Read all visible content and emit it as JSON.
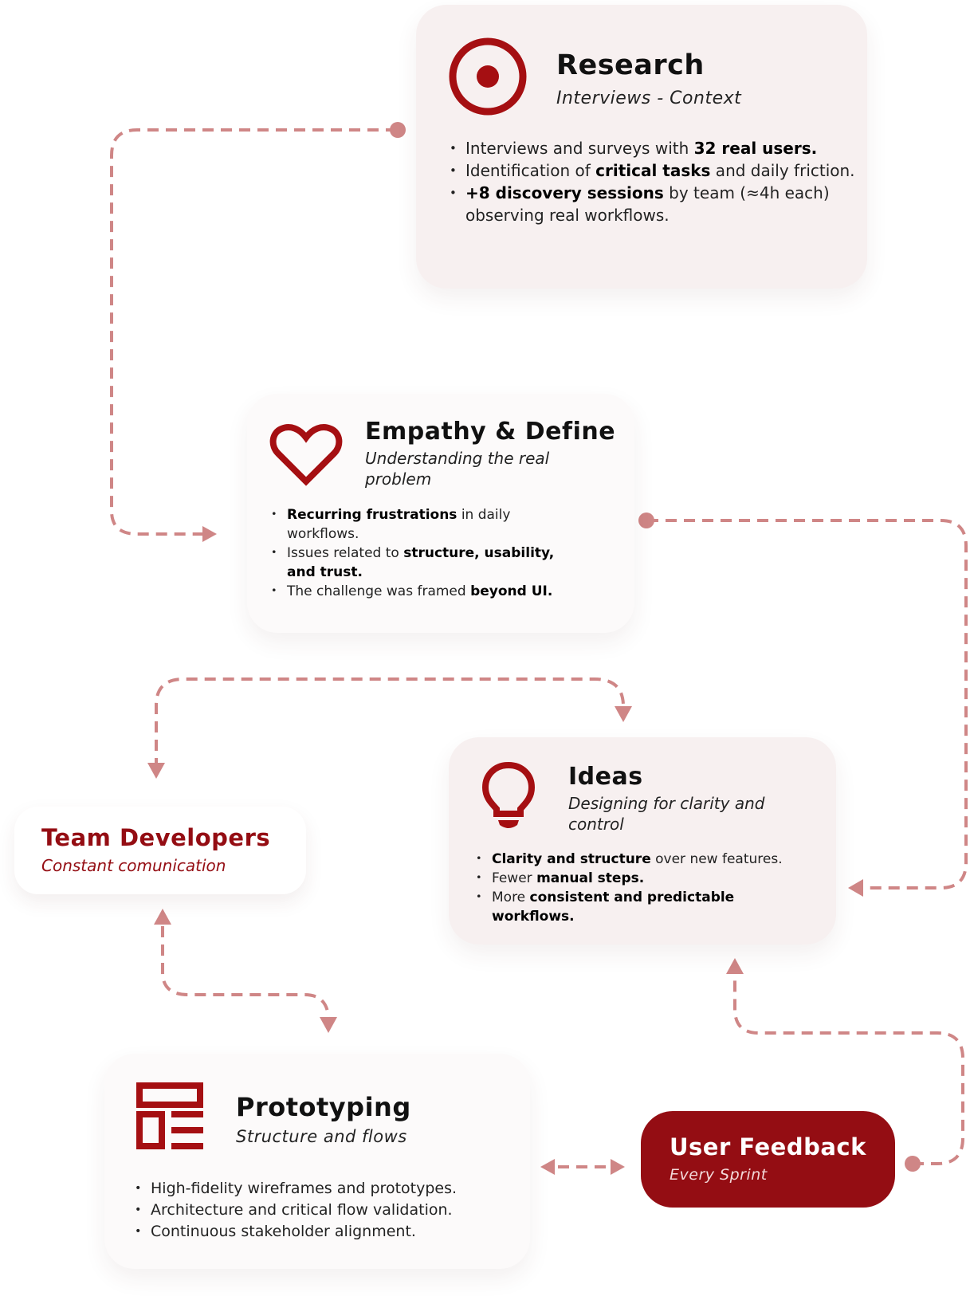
{
  "colors": {
    "accent": "#a50f12",
    "connector": "#cf8686",
    "card_bg": "#f7f0f0",
    "feedback_bg": "#940d13"
  },
  "research": {
    "icon": "target-icon",
    "title": "Research",
    "subtitle": "Interviews - Context",
    "bullets": [
      [
        {
          "t": "Interviews and surveys with "
        },
        {
          "t": "32 real users.",
          "b": true
        }
      ],
      [
        {
          "t": "Identification of "
        },
        {
          "t": "critical tasks",
          "b": true
        },
        {
          "t": " and daily friction."
        }
      ],
      [
        {
          "t": "+8 discovery sessions",
          "b": true
        },
        {
          "t": " by team (≈4h each) observing real workflows."
        }
      ]
    ]
  },
  "empathy": {
    "icon": "heart-icon",
    "title": "Empathy & Define",
    "subtitle": "Understanding the real problem",
    "bullets": [
      [
        {
          "t": "Recurring frustrations",
          "b": true
        },
        {
          "t": " in daily workflows."
        }
      ],
      [
        {
          "t": "Issues related to "
        },
        {
          "t": "structure, usability, and trust.",
          "b": true
        }
      ],
      [
        {
          "t": "The challenge was framed "
        },
        {
          "t": "beyond UI.",
          "b": true
        }
      ]
    ]
  },
  "ideas": {
    "icon": "lightbulb-icon",
    "title": "Ideas",
    "subtitle": "Designing for clarity and control",
    "bullets": [
      [
        {
          "t": "Clarity and structure",
          "b": true
        },
        {
          "t": " over new features."
        }
      ],
      [
        {
          "t": "Fewer "
        },
        {
          "t": "manual steps.",
          "b": true
        }
      ],
      [
        {
          "t": "More "
        },
        {
          "t": "consistent and predictable workflows.",
          "b": true
        }
      ]
    ]
  },
  "team": {
    "title": "Team Developers",
    "subtitle": "Constant comunication"
  },
  "prototyping": {
    "icon": "layout-icon",
    "title": "Prototyping",
    "subtitle": "Structure and flows",
    "bullets": [
      [
        {
          "t": "High-fidelity wireframes and prototypes."
        }
      ],
      [
        {
          "t": "Architecture and critical flow validation."
        }
      ],
      [
        {
          "t": "Continuous stakeholder alignment."
        }
      ]
    ]
  },
  "feedback": {
    "title": "User Feedback",
    "subtitle": "Every Sprint"
  }
}
